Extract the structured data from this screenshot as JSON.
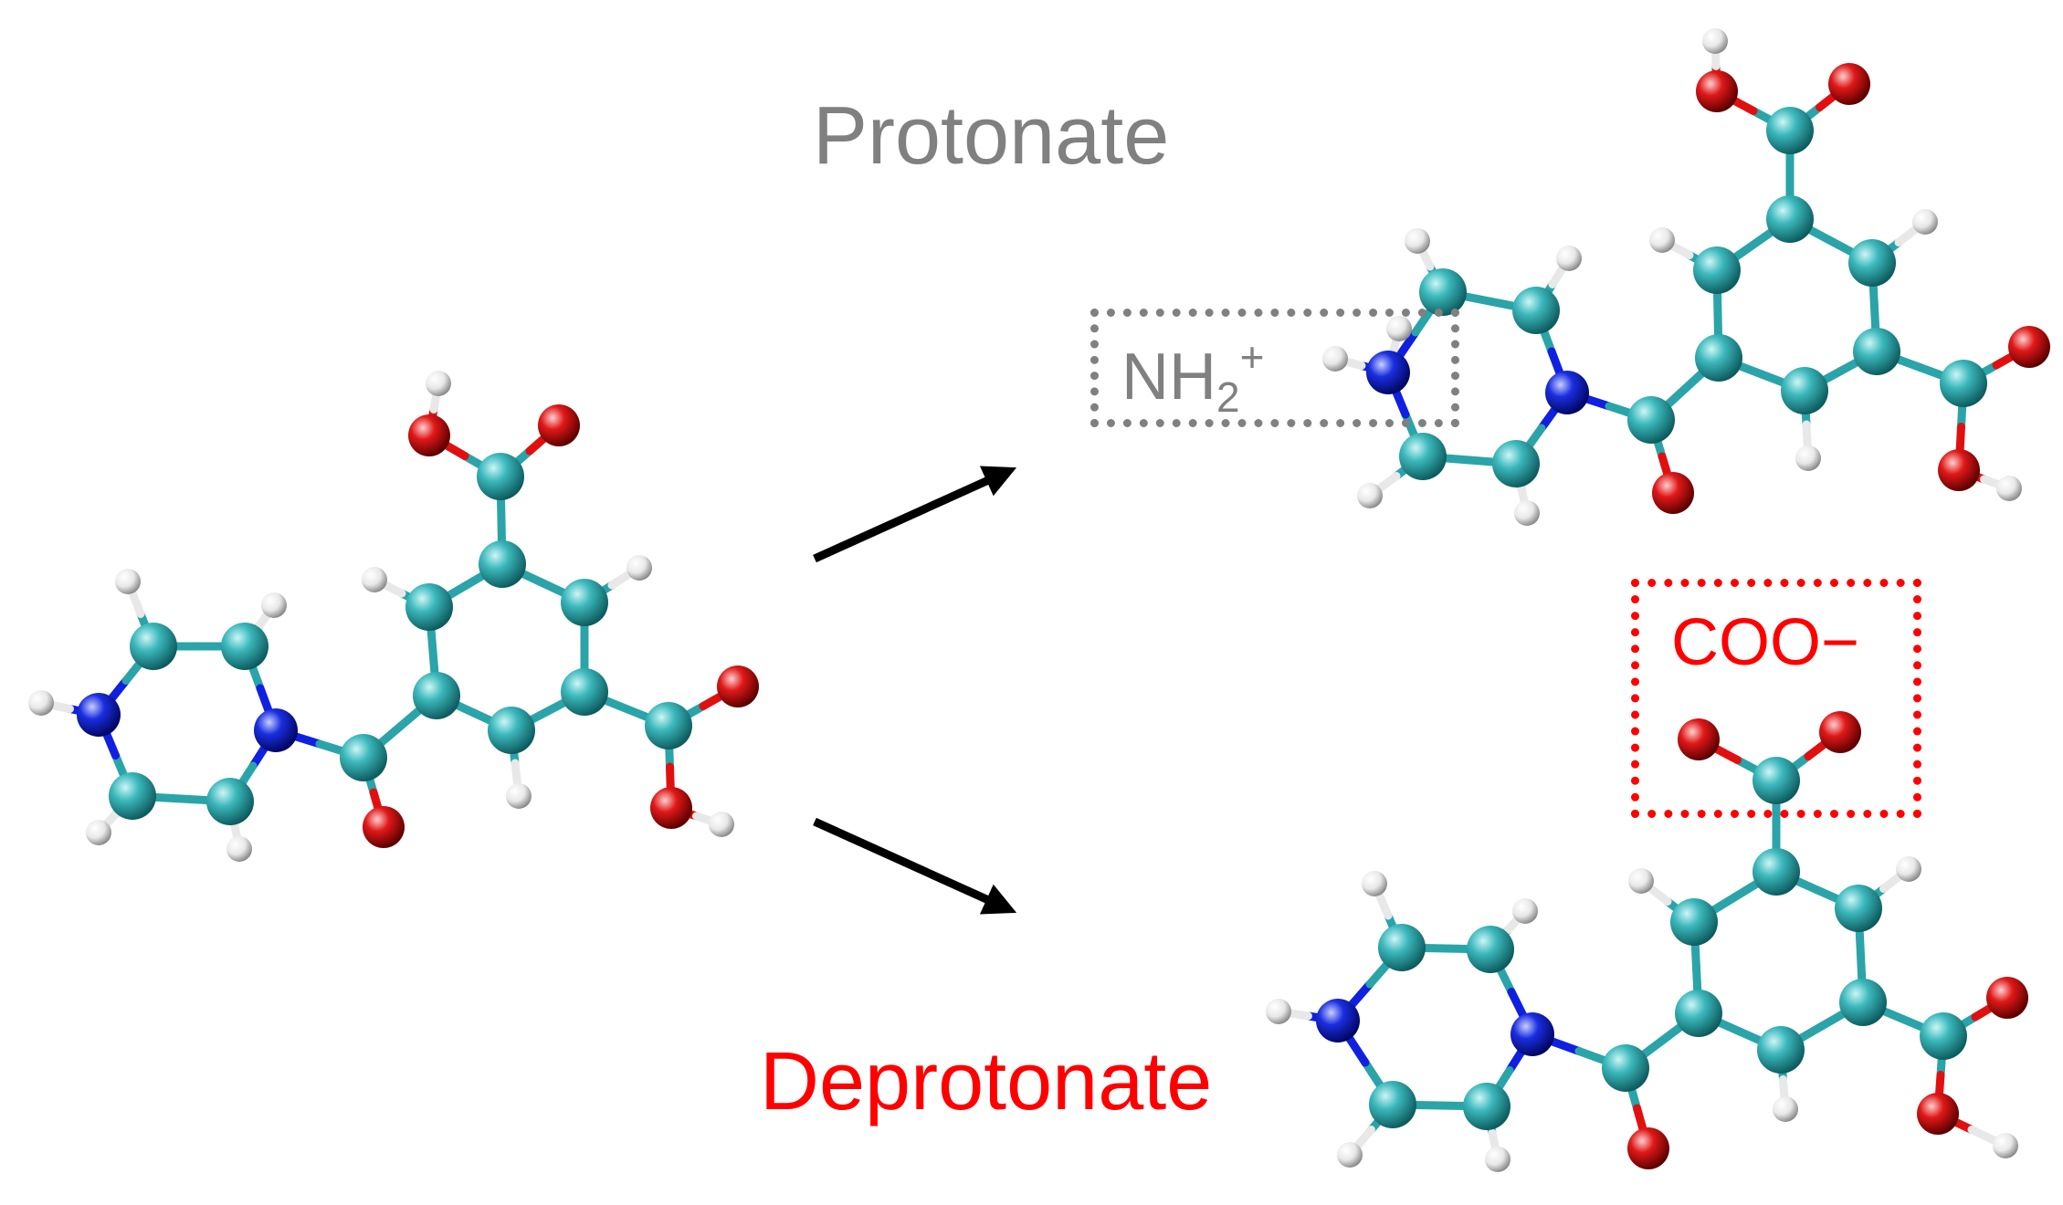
{
  "labels": {
    "protonate": "Protonate",
    "deprotonate": "Deprotonate",
    "nh2_base": "NH",
    "nh2_sub": "2",
    "nh2_sup": "+",
    "coo": "COO−"
  },
  "colors": {
    "protonate_text": "#808080",
    "deprotonate_text": "#ff0000",
    "nh2_box": "#808080",
    "coo_box": "#ff0000",
    "carbon": "#2aa4a8",
    "oxygen": "#e01010",
    "nitrogen": "#1020e0",
    "hydrogen": "#e8e8e8",
    "arrow": "#000000"
  },
  "icons": {
    "arrows": "reaction-arrow",
    "molecules": "ball-and-stick-molecule"
  }
}
